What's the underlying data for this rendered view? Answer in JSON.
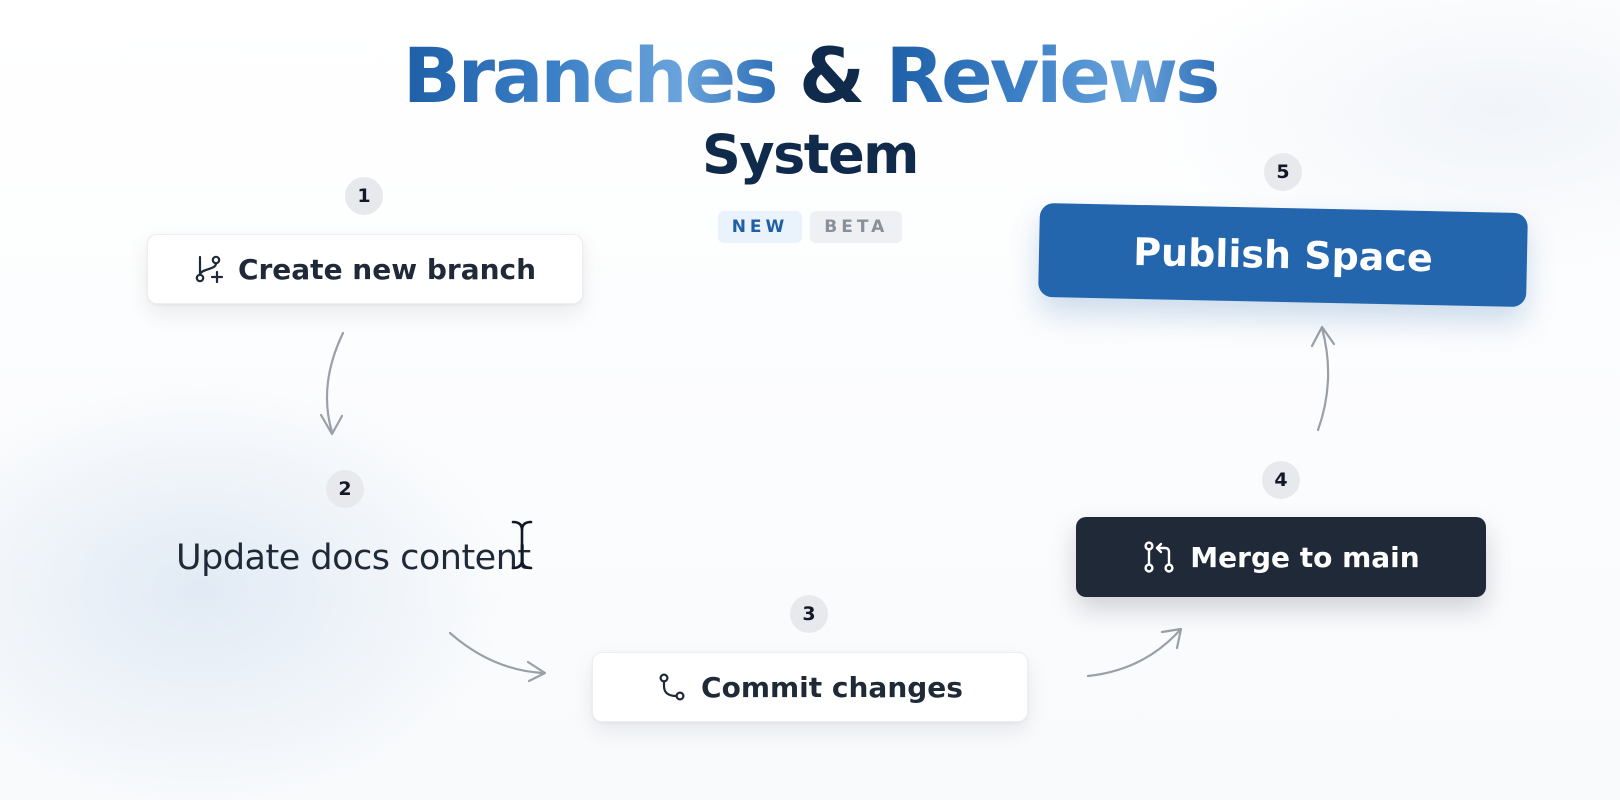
{
  "header": {
    "title_part1": "Branches",
    "title_amp": "&",
    "title_part2": "Reviews",
    "subtitle": "System",
    "badges": [
      "NEW",
      "BETA"
    ]
  },
  "steps": [
    {
      "number": "1",
      "label": "Create new branch",
      "icon": "branch-plus-icon"
    },
    {
      "number": "2",
      "label": "Update docs content",
      "icon": "text-cursor-icon"
    },
    {
      "number": "3",
      "label": "Commit changes",
      "icon": "commit-icon"
    },
    {
      "number": "4",
      "label": "Merge to main",
      "icon": "merge-icon"
    },
    {
      "number": "5",
      "label": "Publish Space"
    }
  ],
  "colors": {
    "primary_blue": "#2466ae",
    "dark_navy": "#0f2a4a",
    "dark_button": "#1f2937",
    "arrow_gray": "#9aa0a8",
    "badge_new_text": "#1f5fa3",
    "badge_beta_text": "#8a9099"
  }
}
